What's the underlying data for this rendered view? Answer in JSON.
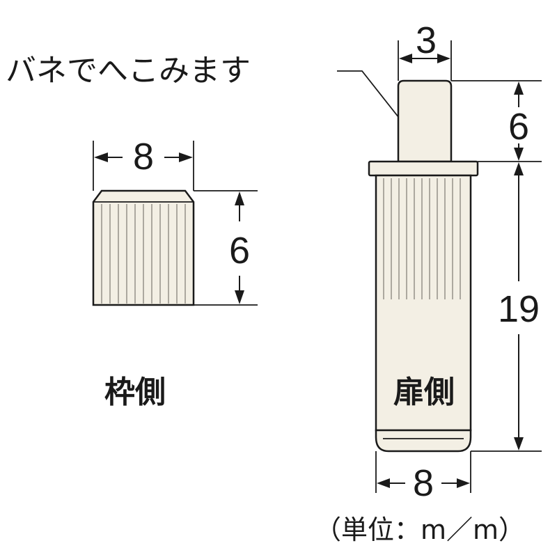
{
  "annotation": {
    "spring_note": "バネでへこみます"
  },
  "frame_side": {
    "label": "枠側",
    "dims": {
      "width": "8",
      "height": "6"
    }
  },
  "door_side": {
    "label": "扉側",
    "dims": {
      "pin_width": "3",
      "pin_height": "6",
      "body_height": "19",
      "body_width": "8"
    }
  },
  "units": {
    "text": "（単位：m／m）"
  }
}
